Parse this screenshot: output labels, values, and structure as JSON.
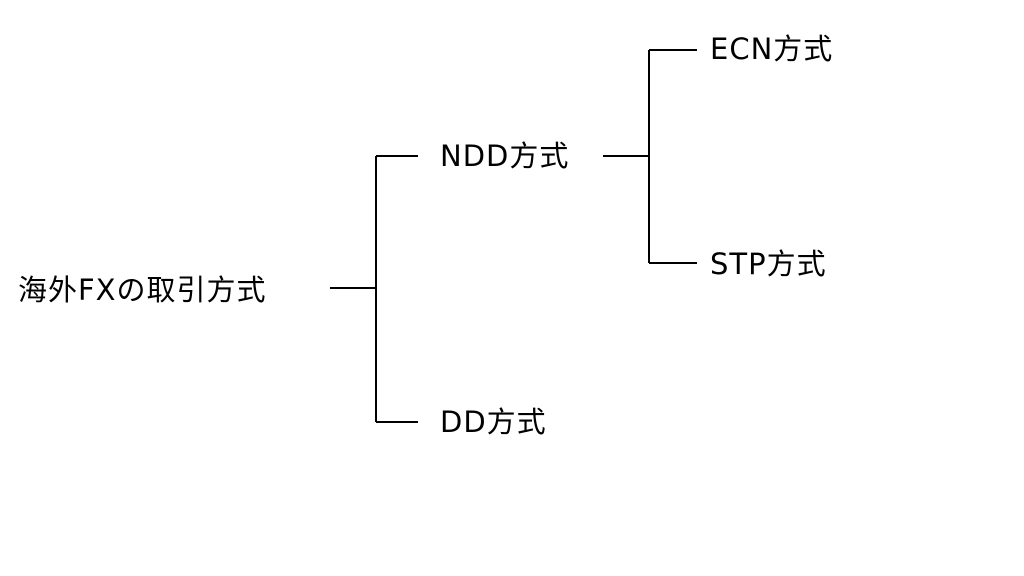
{
  "tree": {
    "root": {
      "label": "海外FXの取引方式"
    },
    "ndd": {
      "label": "NDD方式"
    },
    "dd": {
      "label": "DD方式"
    },
    "ecn": {
      "label": "ECN方式"
    },
    "stp": {
      "label": "STP方式"
    }
  },
  "style": {
    "line_color": "#000000",
    "text_color": "#000000",
    "background": "#ffffff"
  }
}
